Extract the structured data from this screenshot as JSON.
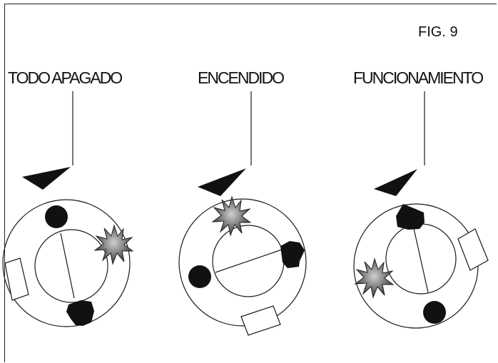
{
  "figure": {
    "label": "FIG. 9"
  },
  "states": [
    {
      "label": "TODO APAGADO"
    },
    {
      "label": "ENCENDIDO"
    },
    {
      "label": "FUNCIONAMIENTO"
    }
  ],
  "colors": {
    "stroke": "#1a1a1a",
    "fill_dark": "#111111",
    "star_light": "#d0d0d0",
    "star_dark": "#2a2a2a"
  }
}
